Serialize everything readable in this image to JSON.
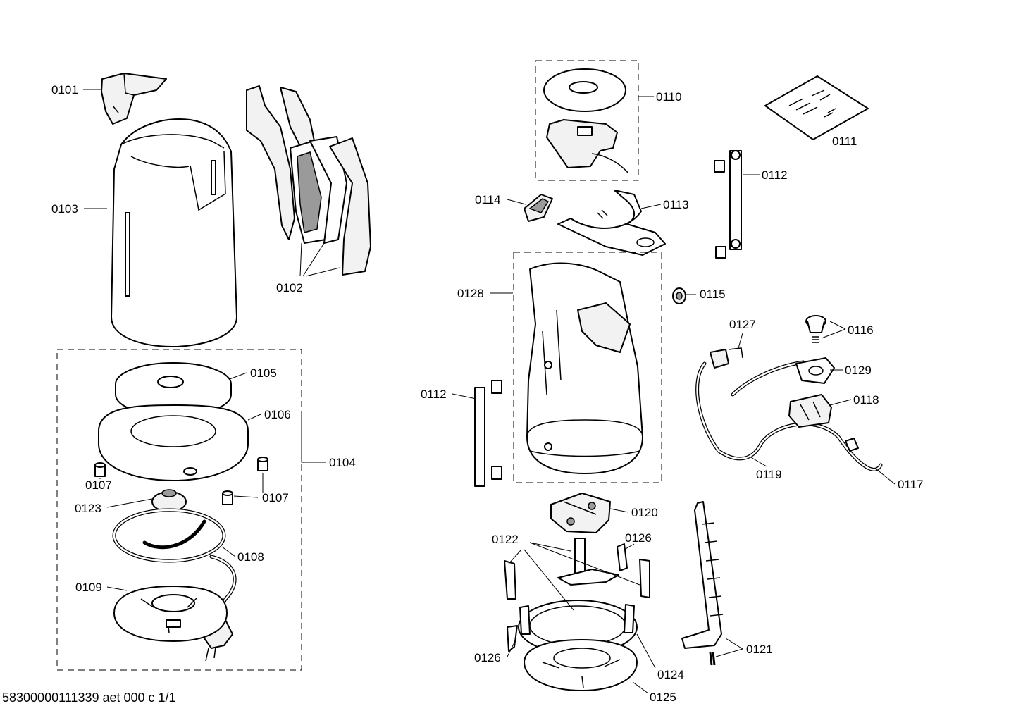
{
  "labels": {
    "p0101": "0101",
    "p0102": "0102",
    "p0103": "0103",
    "p0104": "0104",
    "p0105": "0105",
    "p0106": "0106",
    "p0107": "0107",
    "p0108": "0108",
    "p0109": "0109",
    "p0110": "0110",
    "p0111": "0111",
    "p0112": "0112",
    "p0113": "0113",
    "p0114": "0114",
    "p0115": "0115",
    "p0116": "0116",
    "p0117": "0117",
    "p0118": "0118",
    "p0119": "0119",
    "p0120": "0120",
    "p0121": "0121",
    "p0122": "0122",
    "p0123": "0123",
    "p0124": "0124",
    "p0125": "0125",
    "p0126": "0126",
    "p0127": "0127",
    "p0128": "0128",
    "p0129": "0129"
  },
  "footer": "58300000111339 aet 000 c 1/1"
}
